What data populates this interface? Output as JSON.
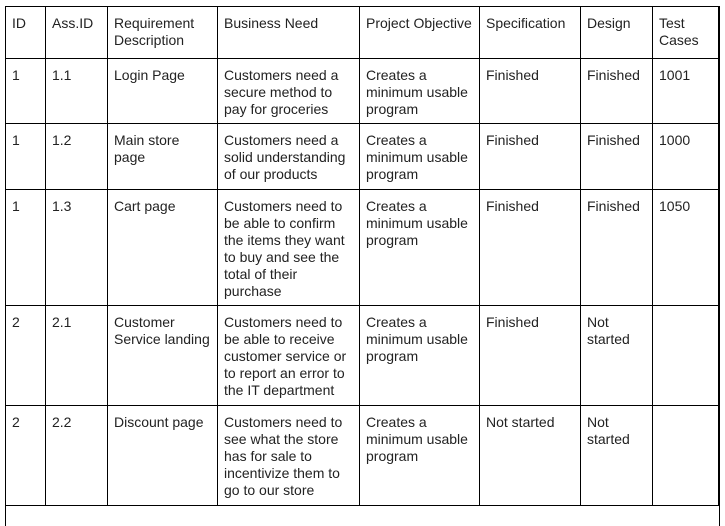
{
  "table": {
    "headers": [
      "ID",
      "Ass.ID",
      "Requirement Description",
      "Business Need",
      "Project Objective",
      "Specification",
      "Design",
      "Test Cases"
    ],
    "rows": [
      [
        "1",
        "1.1",
        "Login Page",
        "Customers need a secure method to pay for groceries",
        "Creates a minimum usable program",
        "Finished",
        "Finished",
        "1001"
      ],
      [
        "1",
        "1.2",
        "Main store page",
        "Customers need a solid understanding of our products",
        "Creates a minimum usable program",
        "Finished",
        "Finished",
        "1000"
      ],
      [
        "1",
        "1.3",
        "Cart page",
        "Customers need to be able to confirm the items they want to buy and see the total of their purchase",
        "Creates a minimum usable program",
        "Finished",
        "Finished",
        "1050"
      ],
      [
        "2",
        "2.1",
        "Customer Service landing",
        "Customers need to be able to receive customer service or to report an error to the IT department",
        "Creates a minimum usable program",
        "Finished",
        "Not started",
        ""
      ],
      [
        "2",
        "2.2",
        "Discount page",
        "Customers need to see what the store has for sale to incentivize them to go to our store",
        "Creates a minimum usable program",
        "Not started",
        "Not started",
        ""
      ]
    ]
  }
}
